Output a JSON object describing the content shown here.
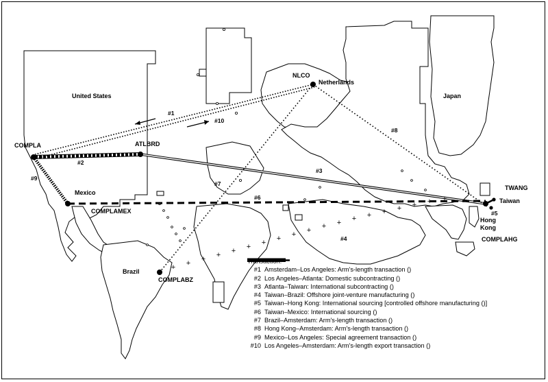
{
  "places": {
    "united_states": "United States",
    "netherlands": "Netherlands",
    "japan": "Japan",
    "mexico": "Mexico",
    "brazil": "Brazil",
    "taiwan": "Taiwan",
    "hong_kong_line1": "Hong",
    "hong_kong_line2": "Kong"
  },
  "nodes": {
    "compla": "COMPLA",
    "atlbrd": "ATLBRD",
    "nlco": "NLCO",
    "twang": "TWANG",
    "complamex": "COMPLAMEX",
    "complabz": "COMPLABZ",
    "complahg": "COMPLAHG"
  },
  "route_numbers": {
    "r1": "#1",
    "r2": "#2",
    "r3": "#3",
    "r4": "#4",
    "r5": "#5",
    "r6": "#6",
    "r7": "#7",
    "r8": "#8",
    "r9": "#9",
    "r10": "#10"
  },
  "legend": {
    "title": "Transaction:",
    "items": [
      {
        "num": "#1",
        "text": "Amsterdam–Los Angeles: Arm's-length transaction (",
        "close": ")",
        "style": "dotted"
      },
      {
        "num": "#2",
        "text": "Los Angeles–Atlanta: Domestic subcontracting (",
        "close": ")",
        "style": "hatched"
      },
      {
        "num": "#3",
        "text": "Atlanta–Taiwan: International subcontracting (",
        "close": ")",
        "style": "double"
      },
      {
        "num": "#4",
        "text": "Taiwan–Brazil: Offshore joint-venture manufacturing (",
        "close": ")",
        "style": "cross"
      },
      {
        "num": "#5",
        "text": "Taiwan–Hong Kong: International sourcing [controlled offshore manufacturing (",
        "close": ")]",
        "style": "solid"
      },
      {
        "num": "#6",
        "text": "Taiwan–Mexico: International sourcing (",
        "close": ")",
        "style": "dashed"
      },
      {
        "num": "#7",
        "text": "Brazil–Amsterdam: Arm's-length transaction (",
        "close": ")",
        "style": "dotted"
      },
      {
        "num": "#8",
        "text": "Hong Kong–Amsterdam: Arm's-length transaction (",
        "close": ")",
        "style": "dotted"
      },
      {
        "num": "#9",
        "text": "Mexico–Los Angeles: Special agreement transaction (",
        "close": ")",
        "style": "thickdot"
      },
      {
        "num": "#10",
        "text": "Los Angeles–Amsterdam: Arm's-length export transaction (",
        "close": ")",
        "style": "dotted"
      }
    ]
  }
}
